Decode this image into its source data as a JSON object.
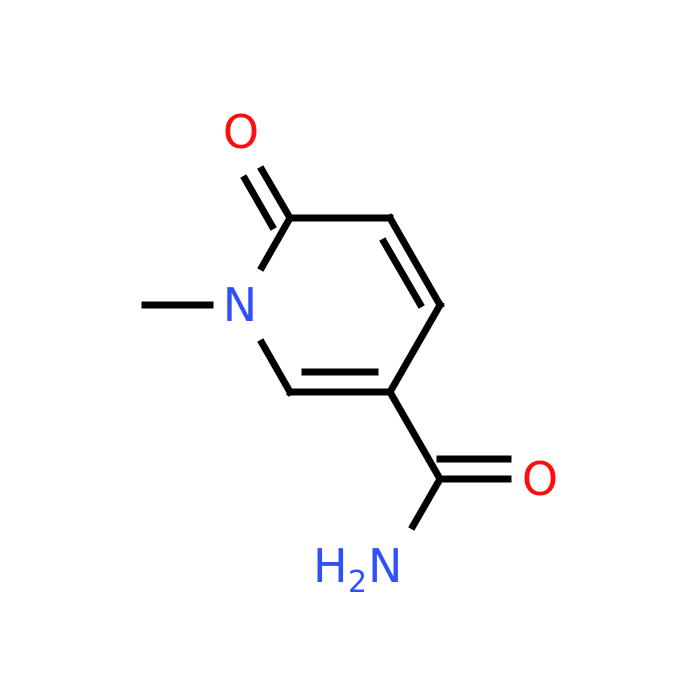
{
  "molecule": {
    "atoms": {
      "ring_oxygen": {
        "label": "O",
        "color": "#ff0d0d"
      },
      "ring_nitrogen": {
        "label": "N",
        "color": "#3050f8"
      },
      "amide_oxygen": {
        "label": "O",
        "color": "#ff0d0d"
      },
      "amide_nitrogen": {
        "label_h": "H",
        "label_sub": "2",
        "label_n": "N",
        "color": "#3050f8"
      }
    },
    "bond_color": "#000000",
    "background": "#ffffff"
  }
}
